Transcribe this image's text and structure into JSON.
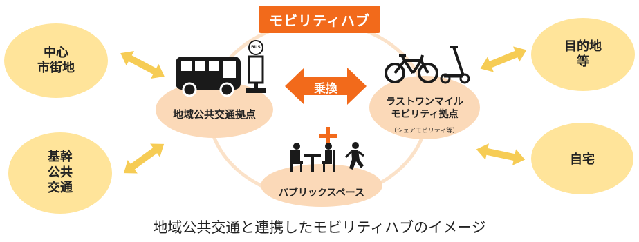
{
  "hub_title": "モビリティハブ",
  "transfer_label": "乗換",
  "nodes": {
    "public_transit_hub": "地域公共交通拠点",
    "last_mile_hub_line1": "ラストワンマイル",
    "last_mile_hub_line2": "モビリティ拠点",
    "last_mile_hub_note": "（シェアモビリティ等）",
    "public_space": "パブリックスペース"
  },
  "destinations": {
    "city_center_line1": "中心",
    "city_center_line2": "市街地",
    "trunk_transit_line1": "基幹",
    "trunk_transit_line2": "公共",
    "trunk_transit_line3": "交通",
    "destination_line1": "目的地",
    "destination_line2": "等",
    "home": "自宅"
  },
  "bus_stop_sign": "BUS",
  "caption": "地域公共交通と連携したモビリティハブのイメージ",
  "colors": {
    "accent_orange": "#f26a1b",
    "outer_ellipse": "#ffe49a",
    "hub_ellipse": "#fbd9b8",
    "arrow_yellow": "#f6cc55",
    "ring": "#fbe2c9",
    "icon": "#1a1a1a"
  }
}
